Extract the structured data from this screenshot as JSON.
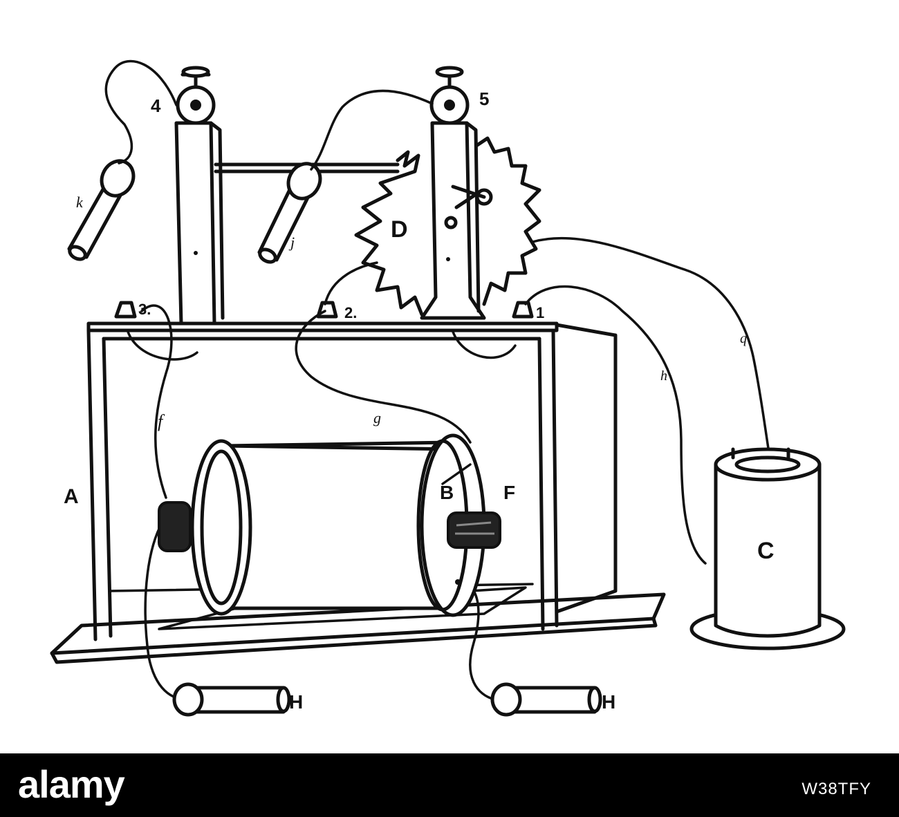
{
  "labels": {
    "frame": "A",
    "coil_end": "B",
    "jar": "C",
    "wheel": "D",
    "core": "F",
    "handle_left": "H",
    "handle_right": "H",
    "terminal_1": "1",
    "terminal_2": "2.",
    "terminal_3": "3.",
    "binding_4": "4",
    "binding_5": "5",
    "wire_f": "f",
    "wire_g": "g",
    "wire_h": "h",
    "wire_q": "q",
    "electrode_j": "j",
    "electrode_k": "k"
  },
  "footer": {
    "logo": "alamy",
    "image_code": "W38TFY"
  }
}
